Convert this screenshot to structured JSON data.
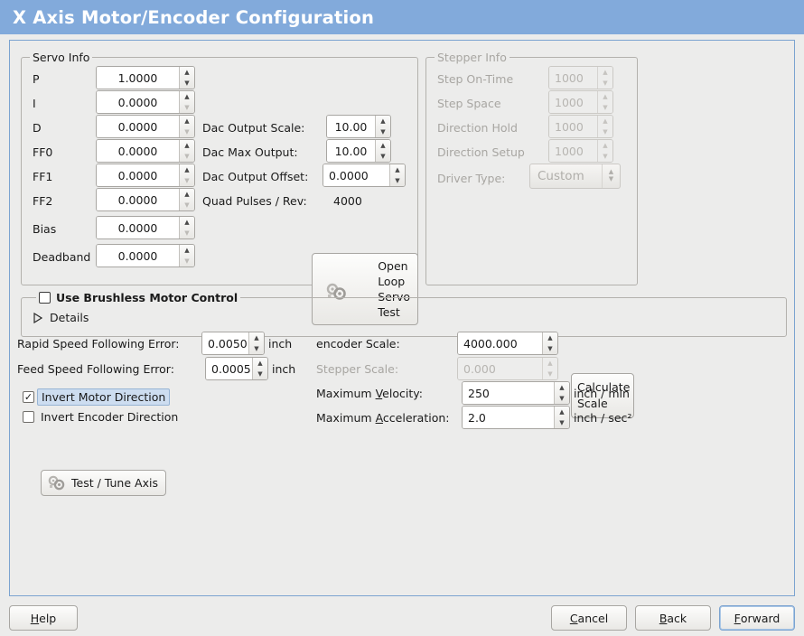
{
  "window": {
    "title": "X Axis Motor/Encoder Configuration",
    "title_bg": "#82aadb"
  },
  "servo_info": {
    "legend": "Servo Info",
    "rows": [
      {
        "label": "P",
        "value": "1.0000"
      },
      {
        "label": "I",
        "value": "0.0000"
      },
      {
        "label": "D",
        "value": "0.0000"
      },
      {
        "label": "FF0",
        "value": "0.0000"
      },
      {
        "label": "FF1",
        "value": "0.0000"
      },
      {
        "label": "FF2",
        "value": "0.0000"
      },
      {
        "label": "Bias",
        "value": "0.0000"
      },
      {
        "label": "Deadband",
        "value": "0.0000"
      }
    ],
    "dac": [
      {
        "label": "Dac Output Scale:",
        "value": "10.00"
      },
      {
        "label": "Dac Max Output:",
        "value": "10.00"
      },
      {
        "label": "Dac Output Offset:",
        "value": "0.0000"
      }
    ],
    "quad_pulses_label": "Quad Pulses / Rev:",
    "quad_pulses_value": "4000",
    "open_loop_button": {
      "line1": "Open",
      "line2": "Loop",
      "line3": "Servo",
      "line4": "Test"
    }
  },
  "stepper_info": {
    "legend": "Stepper Info",
    "rows": [
      {
        "label": "Step On-Time",
        "value": "1000"
      },
      {
        "label": "Step Space",
        "value": "1000"
      },
      {
        "label": "Direction Hold",
        "value": "1000"
      },
      {
        "label": "Direction Setup",
        "value": "1000"
      }
    ],
    "driver_type_label": "Driver Type:",
    "driver_type_value": "Custom"
  },
  "brushless": {
    "checkbox_label": "Use Brushless Motor Control",
    "checked": false,
    "details_label": "Details",
    "expanded": false
  },
  "errors": {
    "rapid_label": "Rapid Speed Following Error:",
    "rapid_value": "0.0050",
    "rapid_unit": "inch",
    "feed_label": "Feed Speed Following Error:",
    "feed_value": "0.0005",
    "feed_unit": "inch"
  },
  "invert": {
    "motor_label": "Invert Motor Direction",
    "motor_checked": true,
    "encoder_label": "Invert Encoder Direction",
    "encoder_checked": false
  },
  "test_tune_button": "Test / Tune Axis",
  "scales": {
    "encoder_label": "encoder Scale:",
    "encoder_value": "4000.000",
    "stepper_label": "Stepper Scale:",
    "stepper_value": "0.000",
    "stepper_disabled": true,
    "calc_button_line1": "Calculate",
    "calc_button_line2": "Scale",
    "max_velocity_label_pre": "Maximum ",
    "max_velocity_label_key": "V",
    "max_velocity_label_post": "elocity:",
    "max_velocity_value": "250",
    "max_velocity_unit": "inch / min",
    "max_accel_label_pre": "Maximum ",
    "max_accel_label_key": "A",
    "max_accel_label_post": "cceleration:",
    "max_accel_value": "2.0",
    "max_accel_unit": "inch / sec²"
  },
  "actions": {
    "help_pre": "",
    "help_key": "H",
    "help_post": "elp",
    "cancel_pre": "",
    "cancel_key": "C",
    "cancel_post": "ancel",
    "back_pre": "",
    "back_key": "B",
    "back_post": "ack",
    "forward_pre": "",
    "forward_key": "F",
    "forward_post": "orward"
  }
}
